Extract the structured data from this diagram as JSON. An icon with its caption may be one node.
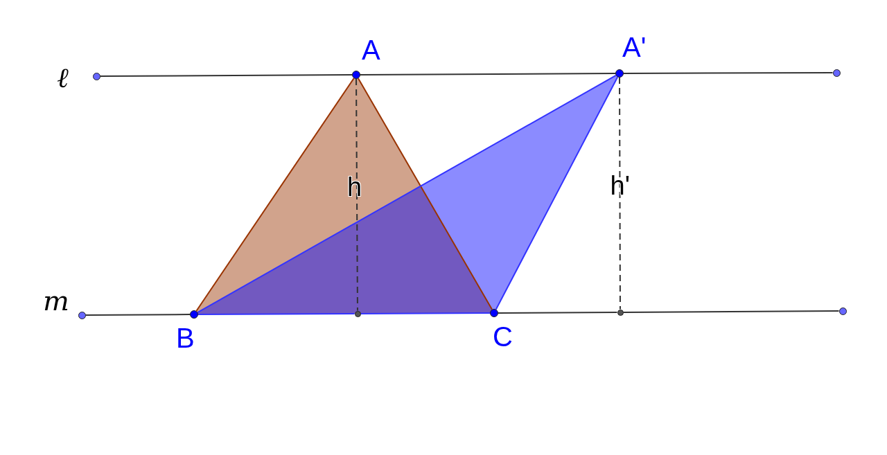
{
  "diagram": {
    "nodes": [
      {
        "text": [
          "A"
        ]
      },
      {
        "text": [
          "A'"
        ]
      },
      {
        "text": [
          "B"
        ]
      },
      {
        "text": [
          "C"
        ]
      },
      {
        "text": [],
        "shape": "circle"
      },
      {
        "text": [],
        "shape": "circle"
      },
      {
        "text": [],
        "shape": "circle"
      },
      {
        "text": [],
        "shape": "circle"
      },
      {
        "text": [],
        "shape": "circle"
      },
      {
        "text": [],
        "shape": "circle"
      }
    ],
    "edges": [
      {
        "from": 6,
        "to": 0,
        "arrow": "none"
      },
      {
        "from": 0,
        "to": 1,
        "arrow": "none"
      },
      {
        "from": 1,
        "to": 7,
        "arrow": "none"
      },
      {
        "from": 8,
        "to": 2,
        "arrow": "none"
      },
      {
        "from": 2,
        "to": 4,
        "arrow": "none",
        "color": "#3333ff"
      },
      {
        "from": 4,
        "to": 3,
        "arrow": "none",
        "color": "#3333ff"
      },
      {
        "from": 3,
        "to": 5,
        "arrow": "none"
      },
      {
        "from": 5,
        "to": 9,
        "arrow": "none"
      },
      {
        "from": 0,
        "to": 2,
        "arrow": "none",
        "color": "#993300"
      },
      {
        "from": 0,
        "to": 3,
        "arrow": "none",
        "color": "#993300"
      },
      {
        "from": 1,
        "to": 2,
        "arrow": "none",
        "color": "#3333ff"
      },
      {
        "from": 1,
        "to": 3,
        "arrow": "none",
        "color": "#3333ff"
      },
      {
        "from": 0,
        "to": 4,
        "arrow": "none",
        "style": "dashed",
        "label": "h"
      },
      {
        "from": 1,
        "to": 5,
        "arrow": "none",
        "style": "dashed",
        "label": "h'"
      }
    ],
    "labels": [
      "ℓ",
      "m"
    ]
  }
}
